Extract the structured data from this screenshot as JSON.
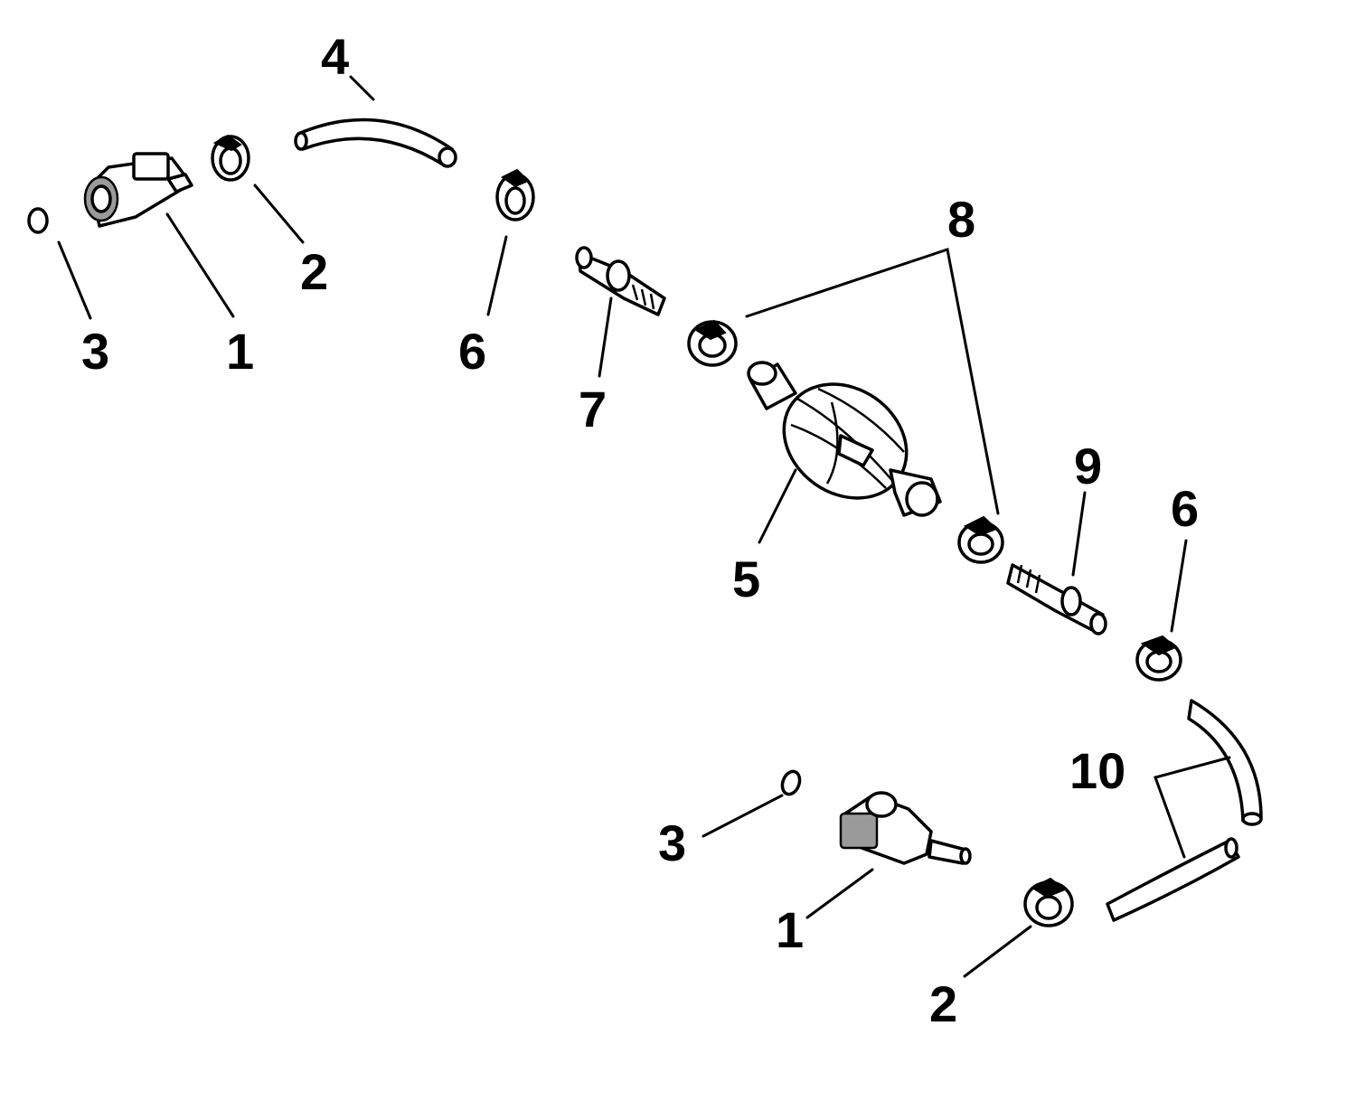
{
  "callouts": [
    {
      "id": "c4-top",
      "text": "4"
    },
    {
      "id": "c2-top",
      "text": "2"
    },
    {
      "id": "c3-top",
      "text": "3"
    },
    {
      "id": "c1-top",
      "text": "1"
    },
    {
      "id": "c6-top",
      "text": "6"
    },
    {
      "id": "c7",
      "text": "7"
    },
    {
      "id": "c8",
      "text": "8"
    },
    {
      "id": "c5",
      "text": "5"
    },
    {
      "id": "c9",
      "text": "9"
    },
    {
      "id": "c6-bottom",
      "text": "6"
    },
    {
      "id": "c10",
      "text": "10"
    },
    {
      "id": "c3-bottom",
      "text": "3"
    },
    {
      "id": "c1-bottom",
      "text": "1"
    },
    {
      "id": "c2-bottom",
      "text": "2"
    }
  ]
}
